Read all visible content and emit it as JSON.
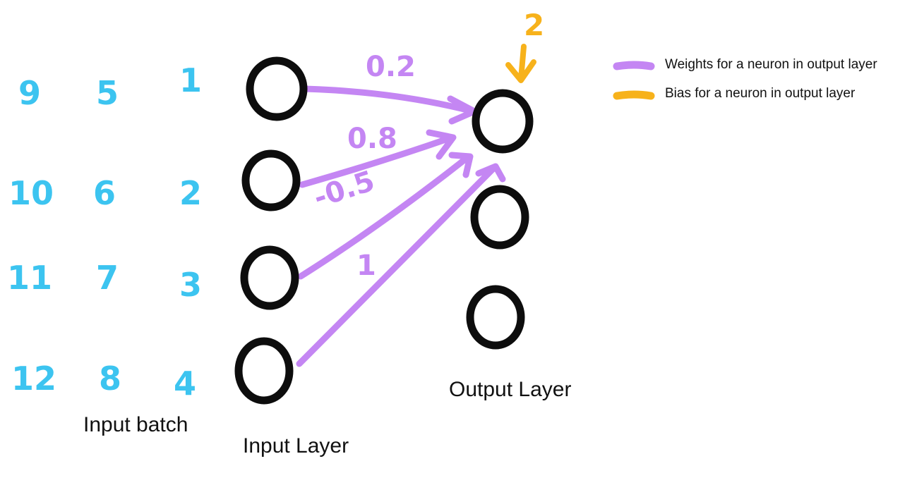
{
  "input_batch": {
    "label": "Input batch",
    "columns": [
      [
        "9",
        "10",
        "11",
        "12"
      ],
      [
        "5",
        "6",
        "7",
        "8"
      ],
      [
        "1",
        "2",
        "3",
        "4"
      ]
    ]
  },
  "input_layer": {
    "label": "Input Layer",
    "neuron_count": 4
  },
  "output_layer": {
    "label": "Output Layer",
    "neuron_count": 3
  },
  "weights": [
    "0.2",
    "0.8",
    "-0.5",
    "1"
  ],
  "bias": "2",
  "legend": {
    "weights_text": "Weights for a neuron in output  layer",
    "bias_text": "Bias for a neuron in output  layer"
  },
  "colors": {
    "input_numbers": "#3cc4f0",
    "weights": "#c486f3",
    "bias": "#f7b21b",
    "neurons": "#0d0d0d"
  }
}
